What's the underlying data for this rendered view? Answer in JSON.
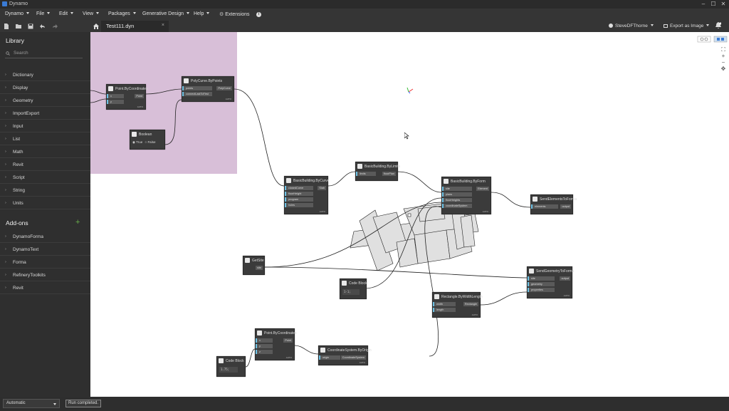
{
  "window": {
    "title": "Dynamo"
  },
  "menu": {
    "items": [
      {
        "label": "Dynamo",
        "dropdown": true
      },
      {
        "label": "File",
        "dropdown": true
      },
      {
        "label": "Edit",
        "dropdown": true
      },
      {
        "label": "View",
        "dropdown": true
      },
      {
        "label": "Packages",
        "dropdown": true
      },
      {
        "label": "Generative Design",
        "dropdown": true
      },
      {
        "label": "Help",
        "dropdown": true
      },
      {
        "label": "Extensions",
        "dropdown": false
      }
    ]
  },
  "tab": {
    "label": "Test111.dyn",
    "close": "×"
  },
  "user": {
    "name": "SteveDFThorne"
  },
  "export": {
    "label": "Export as Image"
  },
  "library": {
    "title": "Library",
    "search_placeholder": "Search",
    "items": [
      "Dictionary",
      "Display",
      "Geometry",
      "ImportExport",
      "Input",
      "List",
      "Math",
      "Revit",
      "Script",
      "String",
      "Units"
    ]
  },
  "addons": {
    "title": "Add-ons",
    "items": [
      "DynamoForma",
      "DynamoText",
      "Forma",
      "RefineryToolkits",
      "Revit"
    ]
  },
  "status": {
    "run_mode": "Automatic",
    "run_status": "Run completed."
  },
  "nodes": {
    "point1": {
      "title": "Point.ByCoordinates",
      "inputs": [
        "x",
        "y"
      ],
      "output": "Point",
      "lacing": "AUTO"
    },
    "polycurve": {
      "title": "PolyCurve.ByPoints",
      "inputs": [
        "points",
        "connectLastToFirst"
      ],
      "output": "PolyCurve",
      "lacing": "AUTO"
    },
    "boolean": {
      "title": "Boolean",
      "option_true": "True",
      "option_false": "False"
    },
    "bbcurve": {
      "title": "BasicBuilding.ByCurve",
      "inputs": [
        "closedCurve",
        "floorHeight",
        "program",
        "holes"
      ],
      "output": "Slab",
      "lacing": "AUTO"
    },
    "bblimits": {
      "title": "BasicBuilding.ByLimits",
      "inputs": [
        "limits"
      ],
      "output": "floorPlan"
    },
    "bbform": {
      "title": "BasicBuilding.ByForm",
      "inputs": [
        "site",
        "plans",
        "floorHeights",
        "coordinateSystem"
      ],
      "output": "Element",
      "lacing": "AUTO"
    },
    "sendelements": {
      "title": "SendElementsToForma",
      "inputs": [
        "elements"
      ],
      "output": "output"
    },
    "getsite": {
      "title": "GetSite",
      "output": "site"
    },
    "codeblock1": {
      "title": "Code Block",
      "code": "1-1;"
    },
    "sendgeometry": {
      "title": "SendGeometryToForma",
      "inputs": [
        "site",
        "geometry",
        "properties"
      ],
      "output": "output",
      "lacing": "AUTO"
    },
    "rectangle": {
      "title": "Rectangle.ByWidthLength",
      "inputs": [
        "width",
        "length"
      ],
      "output": "Rectangle",
      "lacing": "AUTO"
    },
    "point2": {
      "title": "Point.ByCoordinates",
      "inputs": [
        "x",
        "y",
        "z"
      ],
      "output": "Point",
      "lacing": "AUTO"
    },
    "codeblock2": {
      "title": "Code Block",
      "code": "1.75;"
    },
    "coordsys": {
      "title": "CoordinateSystem.ByOrigin",
      "inputs": [
        "origin"
      ],
      "output": "CoordinateSystem",
      "lacing": "AUTO"
    }
  },
  "colors": {
    "group_fill": "#d8bfd8",
    "port_accent": "#6ec3e6",
    "node_body": "#3b3b3b",
    "addon_plus": "#6ab04c"
  }
}
